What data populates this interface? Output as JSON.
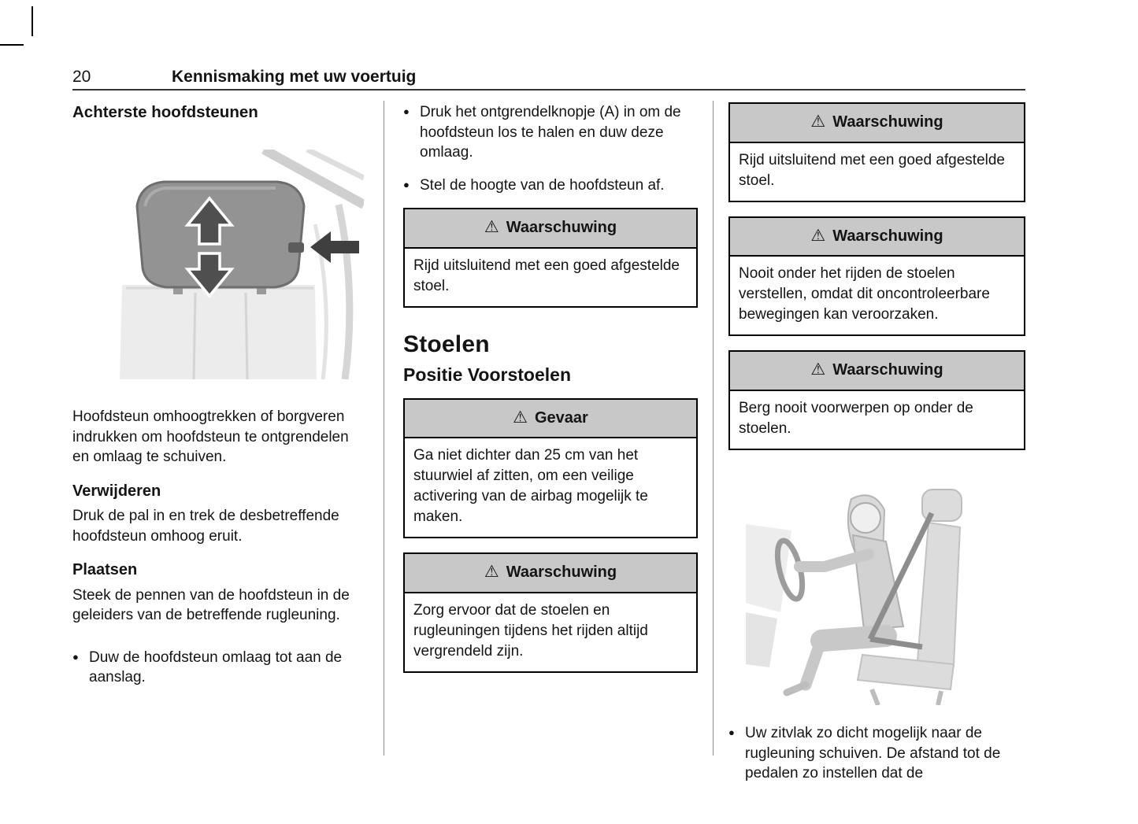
{
  "icons": {
    "warning": "⚠"
  },
  "page": {
    "number": "20",
    "header": "Kennismaking met uw voertuig"
  },
  "col1": {
    "heading": "Achterste hoofdsteunen",
    "para1": "Hoofdsteun omhoogtrekken of borgveren indrukken om hoofdsteun te ontgrendelen en omlaag te schuiven.",
    "sub1": "Verwijderen",
    "para2": "Druk de pal in en trek de desbetreffende hoofdsteun omhoog eruit.",
    "sub2": "Plaatsen",
    "para3": "Steek de pennen van de hoofdsteun in de geleiders van de betreffende rugleuning.",
    "bullet1": "Duw de hoofdsteun omlaag tot aan de aanslag."
  },
  "col2": {
    "bullet1": "Druk het ontgrendelknopje (A) in om de hoofdsteun los te halen en duw deze omlaag.",
    "bullet2": "Stel de hoogte van de hoofdsteun af.",
    "warning1": {
      "title": "Waarschuwing",
      "body": "Rijd uitsluitend met een goed afgestelde stoel."
    },
    "heading": "Stoelen",
    "subheading": "Positie Voorstoelen",
    "danger": {
      "title": "Gevaar",
      "body": "Ga niet dichter dan 25 cm van het stuurwiel af zitten, om een veilige activering van de airbag mogelijk te maken."
    },
    "warning2": {
      "title": "Waarschuwing",
      "body": "Zorg ervoor dat de stoelen en rugleuningen tijdens het rijden altijd vergrendeld zijn."
    }
  },
  "col3": {
    "warning1": {
      "title": "Waarschuwing",
      "body": "Rijd uitsluitend met een goed afgestelde stoel."
    },
    "warning2": {
      "title": "Waarschuwing",
      "body": "Nooit onder het rijden de stoelen verstellen, omdat dit oncontroleerbare bewegingen kan veroorzaken."
    },
    "warning3": {
      "title": "Waarschuwing",
      "body": "Berg nooit voorwerpen op onder de stoelen."
    },
    "bullet1": "Uw zitvlak zo dicht mogelijk naar de rugleuning schuiven. De afstand tot de pedalen zo instellen dat de"
  }
}
